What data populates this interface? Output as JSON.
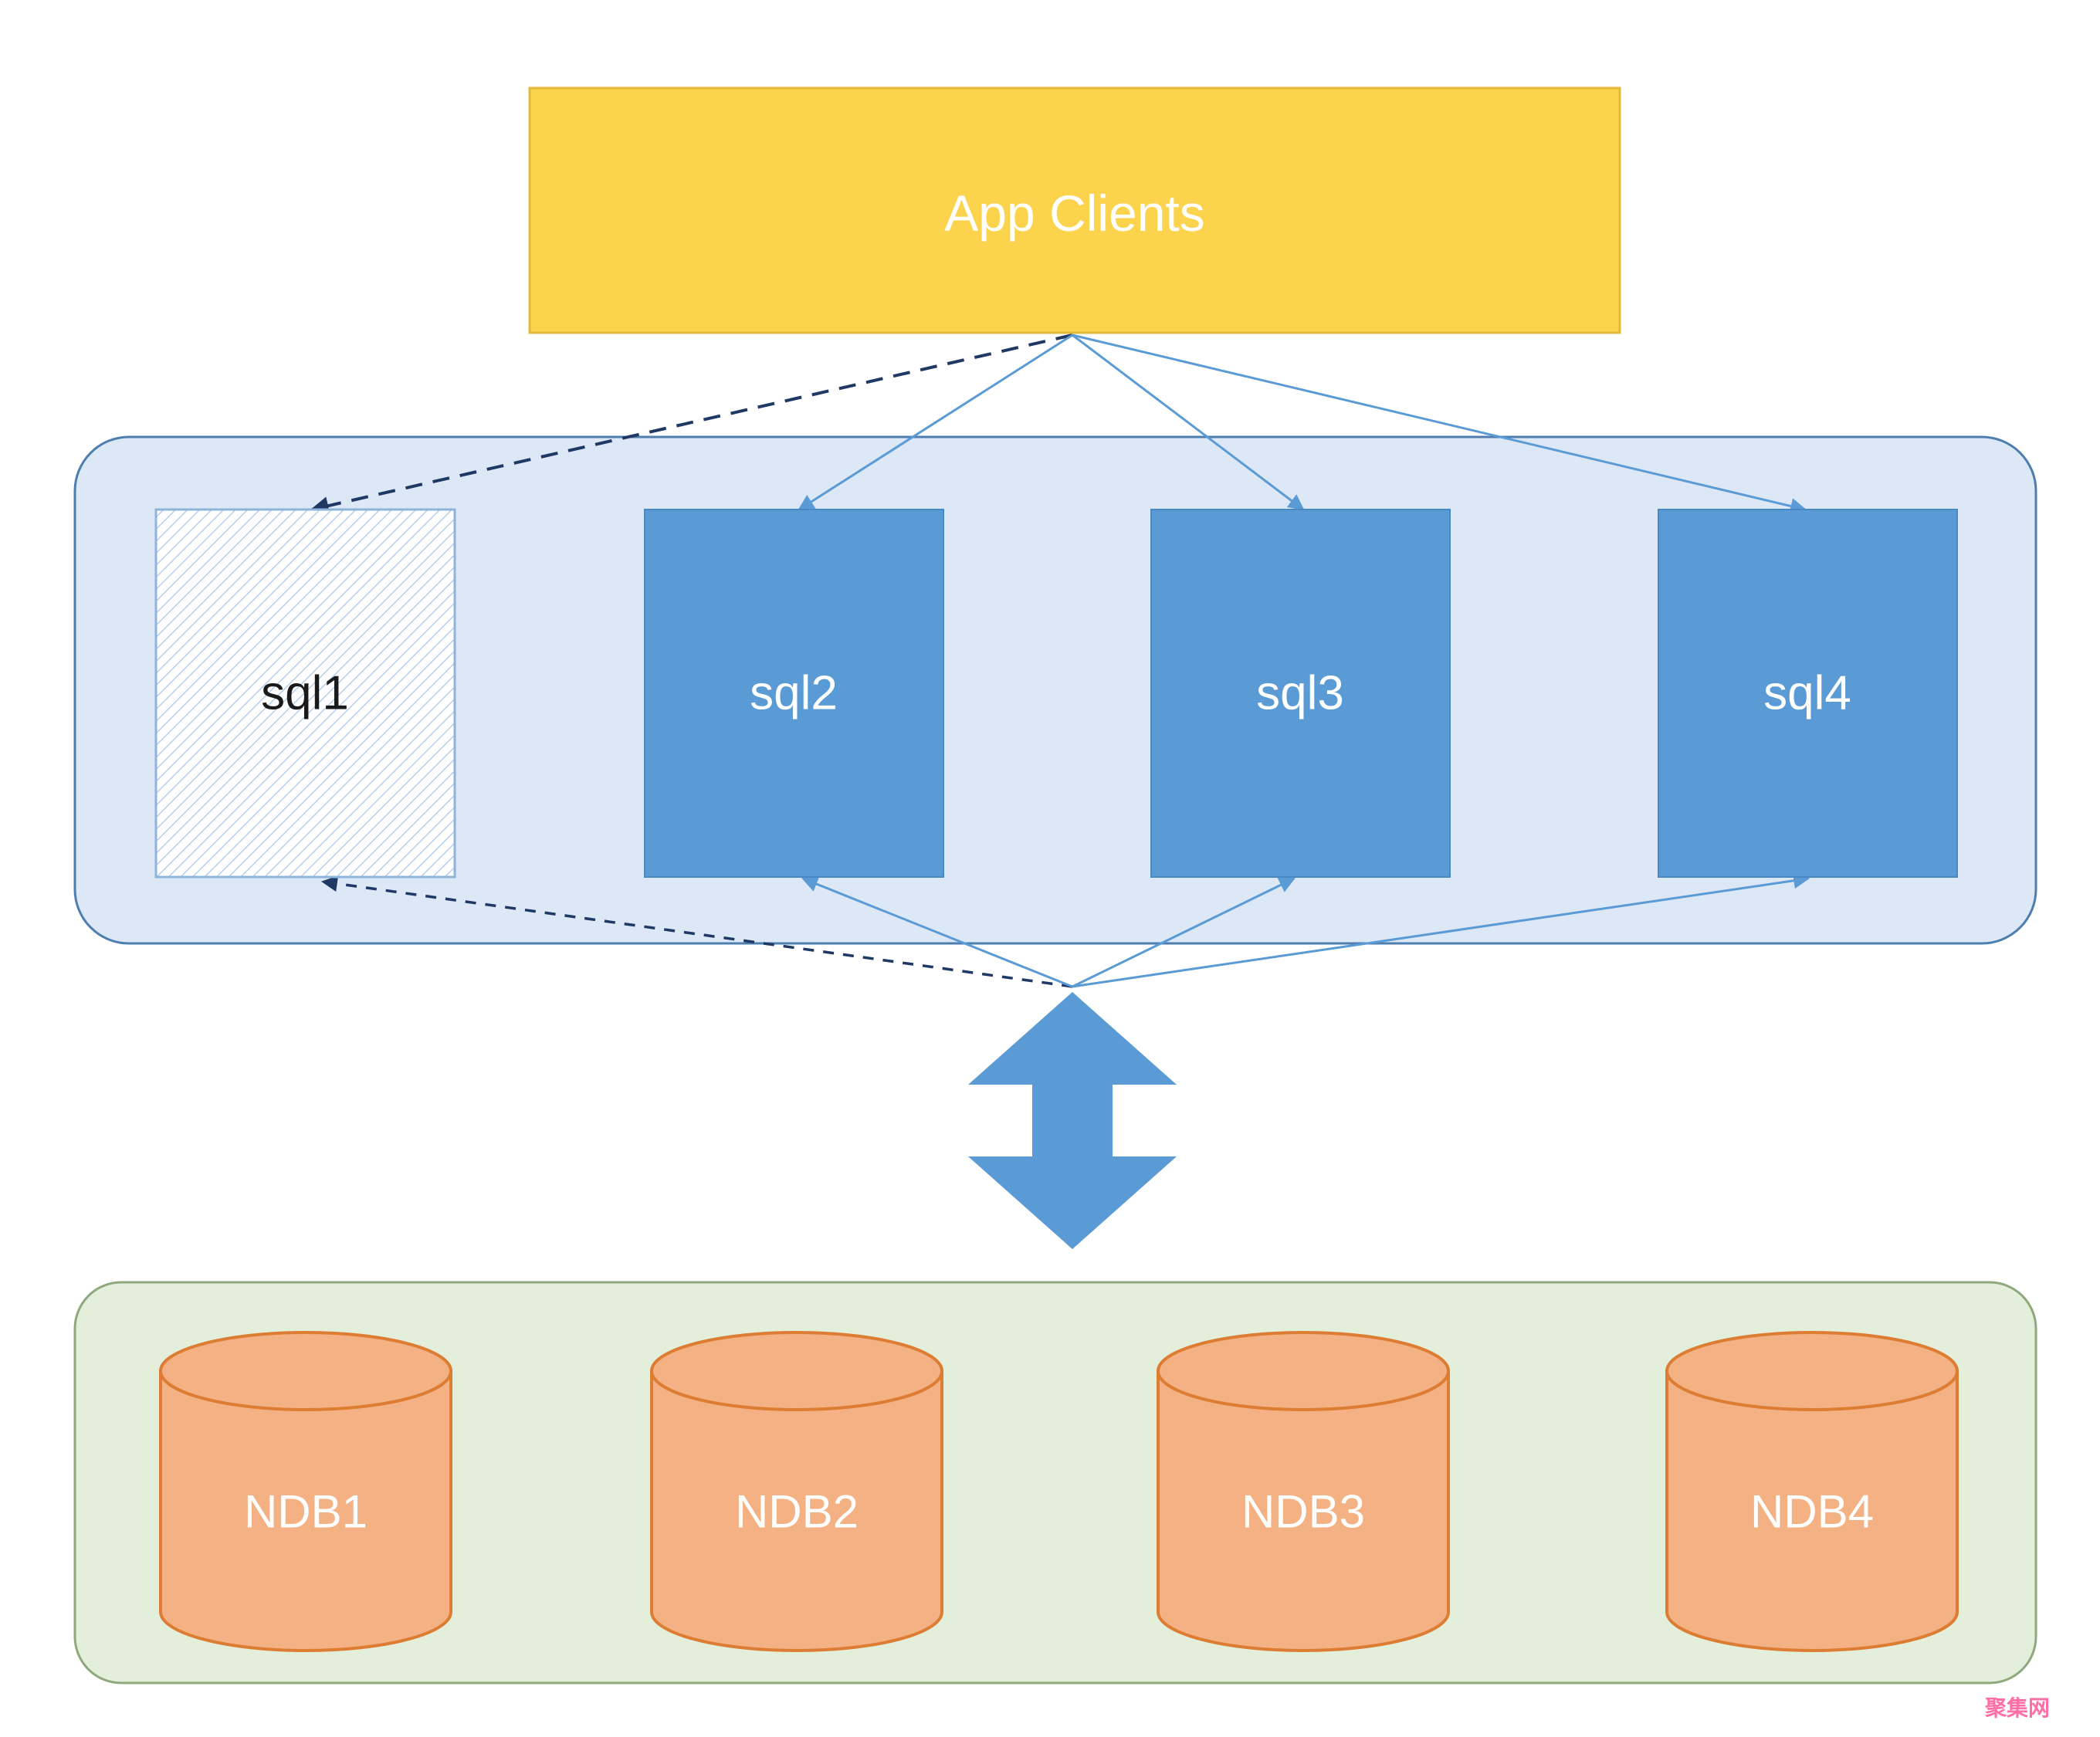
{
  "diagram": {
    "type": "architecture-diagram",
    "app_clients": {
      "label": "App Clients"
    },
    "sql_nodes": [
      {
        "id": "sql1",
        "label": "sql1",
        "style": "hatched"
      },
      {
        "id": "sql2",
        "label": "sql2",
        "style": "solid"
      },
      {
        "id": "sql3",
        "label": "sql3",
        "style": "solid"
      },
      {
        "id": "sql4",
        "label": "sql4",
        "style": "solid"
      }
    ],
    "ndb_nodes": [
      {
        "id": "ndb1",
        "label": "NDB1"
      },
      {
        "id": "ndb2",
        "label": "NDB2"
      },
      {
        "id": "ndb3",
        "label": "NDB3"
      },
      {
        "id": "ndb4",
        "label": "NDB4"
      }
    ],
    "watermark": "聚集网",
    "colors": {
      "app_clients_fill": "#FBD34D",
      "app_clients_border": "#E3B93C",
      "sql_layer_fill": "#DCE8F6",
      "sql_layer_border": "#4E7EB0",
      "sql_node_fill": "#5B9BD5",
      "sql_node_border": "#4A88C4",
      "sql1_hatch": "#A9C7E7",
      "ndb_layer_fill": "#E4EFDB",
      "ndb_layer_border": "#90A87D",
      "cylinder_fill": "#F4B183",
      "cylinder_border": "#DD7C33",
      "solid_arrow": "#5B9BD5",
      "dashed_arrow": "#1F3864",
      "double_arrow": "#5B9BD5",
      "watermark": "#FF6FA5"
    }
  }
}
